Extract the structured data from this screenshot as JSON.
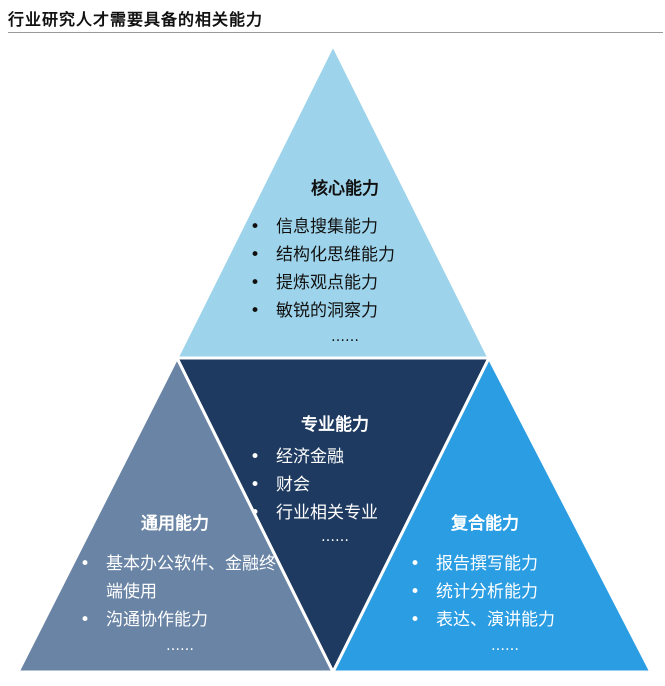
{
  "title": "行业研究人才需要具备的相关能力",
  "colors": {
    "core": "#9ed4eb",
    "professional": "#1e3a60",
    "general": "#6a84a5",
    "composite": "#2b9de3"
  },
  "core": {
    "heading": "核心能力",
    "items": [
      "信息搜集能力",
      "结构化思维能力",
      "提炼观点能力",
      "敏锐的洞察力"
    ],
    "ellipsis": "……"
  },
  "professional": {
    "heading": "专业能力",
    "items": [
      "经济金融",
      "财会",
      "行业相关专业"
    ],
    "ellipsis": "……"
  },
  "general": {
    "heading": "通用能力",
    "items": [
      "基本办公软件、金融终端使用",
      "沟通协作能力"
    ],
    "ellipsis": "……"
  },
  "composite": {
    "heading": "复合能力",
    "items": [
      "报告撰写能力",
      "统计分析能力",
      "表达、演讲能力"
    ],
    "ellipsis": "……"
  }
}
